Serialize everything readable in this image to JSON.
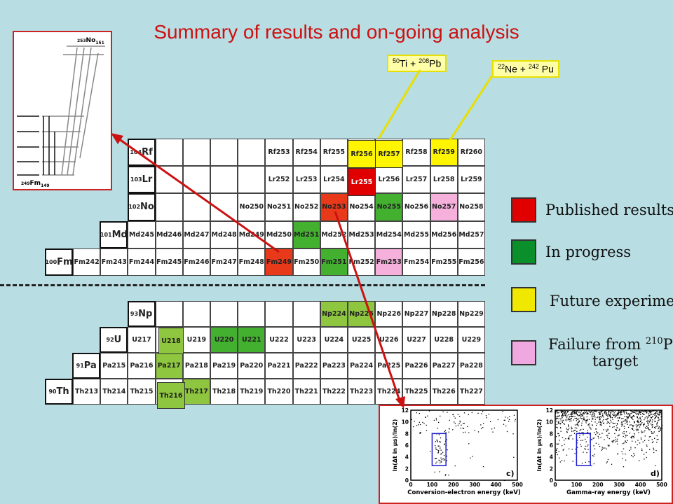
{
  "title": "Summary of results and on-going analysis",
  "reactions": [
    {
      "pre": "50",
      "a": "Ti + ",
      "pre2": "208",
      "b": "Pb"
    },
    {
      "pre": "22",
      "a": "Ne + ",
      "pre2": "242",
      "b": " Pu"
    }
  ],
  "legend": [
    {
      "label": "Published results",
      "color": "#e00000"
    },
    {
      "label": "In progress",
      "color": "#0a8f2a"
    },
    {
      "label": "Future experiment",
      "color": "#f0e800"
    },
    {
      "label_pre": "Failure from ",
      "label_sup": "210",
      "label_post": "Pb",
      "label2": "target",
      "color": "#f0a8e0"
    }
  ],
  "colors": {
    "published": "#e83a1a",
    "progress": "#44b030",
    "progress_light": "#8ec63f",
    "future": "#fff500",
    "failure": "#f5b0dc"
  },
  "upper_table": {
    "rows": [
      {
        "z": "104",
        "sym": "Rf",
        "cells": [
          "",
          "",
          "",
          "",
          "Rf253",
          "Rf254",
          "Rf255",
          "Rf256",
          "Rf257",
          "Rf258",
          "Rf259",
          "Rf260"
        ]
      },
      {
        "z": "103",
        "sym": "Lr",
        "cells": [
          "",
          "",
          "",
          "",
          "Lr252",
          "Lr253",
          "Lr254",
          "Lr255",
          "Lr256",
          "Lr257",
          "Lr258",
          "Lr259"
        ]
      },
      {
        "z": "102",
        "sym": "No",
        "cells": [
          "",
          "",
          "",
          "No250",
          "No251",
          "No252",
          "No253",
          "No254",
          "No255",
          "No256",
          "No257",
          "No258"
        ]
      },
      {
        "z": "101",
        "sym": "Md",
        "cells": [
          "Md245",
          "Md246",
          "Md247",
          "Md248",
          "Md249",
          "Md250",
          "Md251",
          "Md252",
          "Md253",
          "Md254",
          "Md255",
          "Md256",
          "Md257"
        ]
      },
      {
        "z": "100",
        "sym": "Fm",
        "cells": [
          "Fm242",
          "Fm243",
          "Fm244",
          "Fm245",
          "Fm246",
          "Fm247",
          "Fm248",
          "Fm249",
          "Fm250",
          "Fm251",
          "Fm252",
          "Fm253",
          "Fm254",
          "Fm255",
          "Fm256"
        ]
      }
    ],
    "overlays": [
      "Rf256",
      "Rf257",
      "Lr255"
    ]
  },
  "lower_table": {
    "rows": [
      {
        "z": "93",
        "sym": "Np",
        "cells": [
          "",
          "",
          "",
          "",
          "",
          "",
          "Np224",
          "Np225",
          "Np226",
          "Np227",
          "Np228",
          "Np229"
        ]
      },
      {
        "z": "92",
        "sym": "U",
        "cells": [
          "U217",
          "U218",
          "U219",
          "U220",
          "U221",
          "U222",
          "U223",
          "U224",
          "U225",
          "U226",
          "U227",
          "U228",
          "U229"
        ]
      },
      {
        "z": "91",
        "sym": "Pa",
        "cells": [
          "Pa215",
          "Pa216",
          "Pa217",
          "Pa218",
          "Pa219",
          "Pa220",
          "Pa221",
          "Pa222",
          "Pa223",
          "Pa224",
          "Pa225",
          "Pa226",
          "Pa227",
          "Pa228"
        ]
      },
      {
        "z": "90",
        "sym": "Th",
        "cells": [
          "Th213",
          "Th214",
          "Th215",
          "Th216",
          "Th217",
          "Th218",
          "Th219",
          "Th220",
          "Th221",
          "Th222",
          "Th223",
          "Th224",
          "Th225",
          "Th226",
          "Th227"
        ]
      }
    ],
    "overlays": [
      "U218",
      "Th216"
    ]
  },
  "level_scheme": {
    "top": "253",
    "top_sym": "No",
    "top_sub": "151",
    "bottom": "249",
    "bottom_sym": "Fm",
    "bottom_sub": "149"
  },
  "plots": {
    "left": {
      "xlabel": "Conversion-electron energy (keV)",
      "ylabel": "ln(Δt in μs)/ln(2)",
      "tag": "c)",
      "xticks": [
        "0",
        "100",
        "200",
        "300",
        "400",
        "500"
      ],
      "yticks": [
        "0",
        "2",
        "4",
        "6",
        "8",
        "10",
        "12"
      ]
    },
    "right": {
      "xlabel": "Gamma-ray energy (keV)",
      "ylabel": "ln(Δt in μs)/ln(2)",
      "tag": "d)",
      "xticks": [
        "0",
        "100",
        "200",
        "300",
        "400",
        "500"
      ],
      "yticks": [
        "0",
        "2",
        "4",
        "6",
        "8",
        "10",
        "12"
      ]
    }
  }
}
